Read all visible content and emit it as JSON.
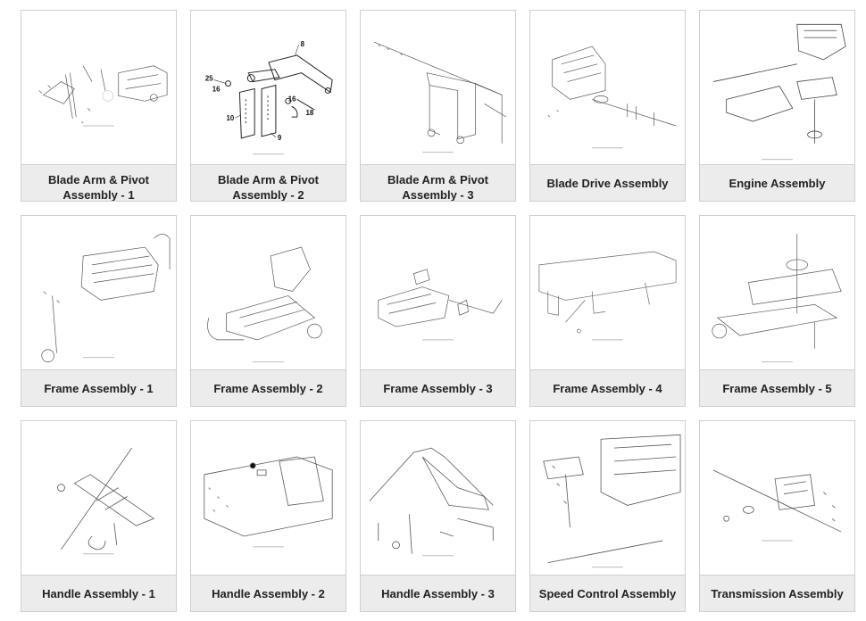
{
  "parts": [
    {
      "label": "Blade Arm & Pivot Assembly - 1",
      "icon": "blade-arm-pivot-diagram-icon"
    },
    {
      "label": "Blade Arm & Pivot Assembly - 2",
      "icon": "blade-arm-pivot-closeup-diagram-icon",
      "callouts": [
        "8",
        "25",
        "16",
        "16",
        "10",
        "18",
        "9"
      ]
    },
    {
      "label": "Blade Arm & Pivot Assembly - 3",
      "icon": "blade-arm-frame-diagram-icon"
    },
    {
      "label": "Blade Drive Assembly",
      "icon": "blade-drive-diagram-icon"
    },
    {
      "label": "Engine Assembly",
      "icon": "engine-diagram-icon"
    },
    {
      "label": "Frame Assembly - 1",
      "icon": "frame-diagram-icon"
    },
    {
      "label": "Frame Assembly - 2",
      "icon": "frame-diagram-icon"
    },
    {
      "label": "Frame Assembly - 3",
      "icon": "frame-diagram-icon"
    },
    {
      "label": "Frame Assembly - 4",
      "icon": "frame-diagram-icon"
    },
    {
      "label": "Frame Assembly - 5",
      "icon": "frame-diagram-icon"
    },
    {
      "label": "Handle Assembly - 1",
      "icon": "handle-diagram-icon"
    },
    {
      "label": "Handle Assembly - 2",
      "icon": "handle-diagram-icon"
    },
    {
      "label": "Handle Assembly - 3",
      "icon": "handle-diagram-icon"
    },
    {
      "label": "Speed Control Assembly",
      "icon": "speed-control-diagram-icon"
    },
    {
      "label": "Transmission Assembly",
      "icon": "transmission-diagram-icon"
    }
  ]
}
